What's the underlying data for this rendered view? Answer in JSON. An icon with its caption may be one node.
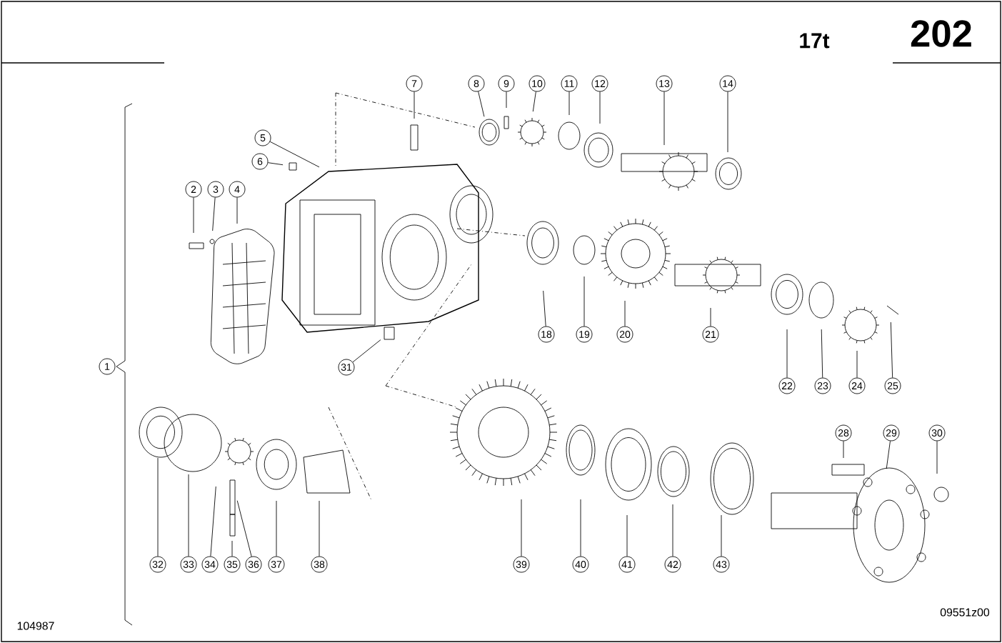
{
  "diagram": {
    "nodes": [
      {
        "text": [
          "1"
        ]
      },
      {
        "text": [
          "2"
        ]
      },
      {
        "text": [
          "3"
        ]
      },
      {
        "text": [
          "4"
        ]
      },
      {
        "text": [
          "5"
        ]
      },
      {
        "text": [
          "6"
        ]
      },
      {
        "text": [
          "7"
        ]
      },
      {
        "text": [
          "8"
        ]
      },
      {
        "text": [
          "9"
        ]
      },
      {
        "text": [
          "10"
        ]
      },
      {
        "text": [
          "11"
        ]
      },
      {
        "text": [
          "12"
        ]
      },
      {
        "text": [
          "13"
        ]
      },
      {
        "text": [
          "14"
        ]
      },
      {
        "text": [
          "18"
        ]
      },
      {
        "text": [
          "19"
        ]
      },
      {
        "text": [
          "20"
        ]
      },
      {
        "text": [
          "21"
        ]
      },
      {
        "text": [
          "22"
        ]
      },
      {
        "text": [
          "23"
        ]
      },
      {
        "text": [
          "24"
        ]
      },
      {
        "text": [
          "25"
        ]
      },
      {
        "text": [
          "28"
        ]
      },
      {
        "text": [
          "29"
        ]
      },
      {
        "text": [
          "30"
        ]
      },
      {
        "text": [
          "31"
        ]
      },
      {
        "text": [
          "32"
        ]
      },
      {
        "text": [
          "33"
        ]
      },
      {
        "text": [
          "34"
        ]
      },
      {
        "text": [
          "35"
        ]
      },
      {
        "text": [
          "36"
        ]
      },
      {
        "text": [
          "37"
        ]
      },
      {
        "text": [
          "38"
        ]
      },
      {
        "text": [
          "39"
        ]
      },
      {
        "text": [
          "40"
        ]
      },
      {
        "text": [
          "41"
        ]
      },
      {
        "text": [
          "42"
        ]
      },
      {
        "text": [
          "43"
        ]
      }
    ],
    "edges": [
      {
        "from": 1,
        "to": null,
        "arrow": "none"
      },
      {
        "from": 2,
        "to": null,
        "arrow": "none"
      },
      {
        "from": 3,
        "to": null,
        "arrow": "none"
      },
      {
        "from": 4,
        "to": null,
        "arrow": "none"
      },
      {
        "from": 5,
        "to": null,
        "arrow": "none"
      },
      {
        "from": 6,
        "to": null,
        "arrow": "none"
      },
      {
        "from": 7,
        "to": null,
        "arrow": "none"
      },
      {
        "from": 8,
        "to": null,
        "arrow": "none"
      },
      {
        "from": 9,
        "to": null,
        "arrow": "none"
      },
      {
        "from": 10,
        "to": null,
        "arrow": "none"
      },
      {
        "from": 11,
        "to": null,
        "arrow": "none"
      },
      {
        "from": 12,
        "to": null,
        "arrow": "none"
      },
      {
        "from": 13,
        "to": null,
        "arrow": "none"
      },
      {
        "from": 14,
        "to": null,
        "arrow": "none"
      },
      {
        "from": 15,
        "to": null,
        "arrow": "none"
      },
      {
        "from": 16,
        "to": null,
        "arrow": "none"
      },
      {
        "from": 17,
        "to": null,
        "arrow": "none"
      },
      {
        "from": 18,
        "to": null,
        "arrow": "none"
      },
      {
        "from": 19,
        "to": null,
        "arrow": "none"
      },
      {
        "from": 20,
        "to": null,
        "arrow": "none"
      },
      {
        "from": 21,
        "to": null,
        "arrow": "none"
      },
      {
        "from": 22,
        "to": null,
        "arrow": "none"
      },
      {
        "from": 23,
        "to": null,
        "arrow": "none"
      },
      {
        "from": 24,
        "to": null,
        "arrow": "none"
      },
      {
        "from": 25,
        "to": null,
        "arrow": "none"
      },
      {
        "from": 26,
        "to": null,
        "arrow": "none"
      },
      {
        "from": 27,
        "to": null,
        "arrow": "none"
      },
      {
        "from": 28,
        "to": null,
        "arrow": "none"
      },
      {
        "from": 29,
        "to": null,
        "arrow": "none"
      },
      {
        "from": 30,
        "to": null,
        "arrow": "none"
      },
      {
        "from": 31,
        "to": null,
        "arrow": "none"
      },
      {
        "from": 32,
        "to": null,
        "arrow": "none"
      },
      {
        "from": 33,
        "to": null,
        "arrow": "none"
      },
      {
        "from": 34,
        "to": null,
        "arrow": "none"
      },
      {
        "from": 35,
        "to": null,
        "arrow": "none"
      },
      {
        "from": 36,
        "to": null,
        "arrow": "none"
      },
      {
        "from": 37,
        "to": null,
        "arrow": "none"
      }
    ],
    "labels": [
      "17t",
      "202",
      "104987",
      "09551z00"
    ]
  }
}
